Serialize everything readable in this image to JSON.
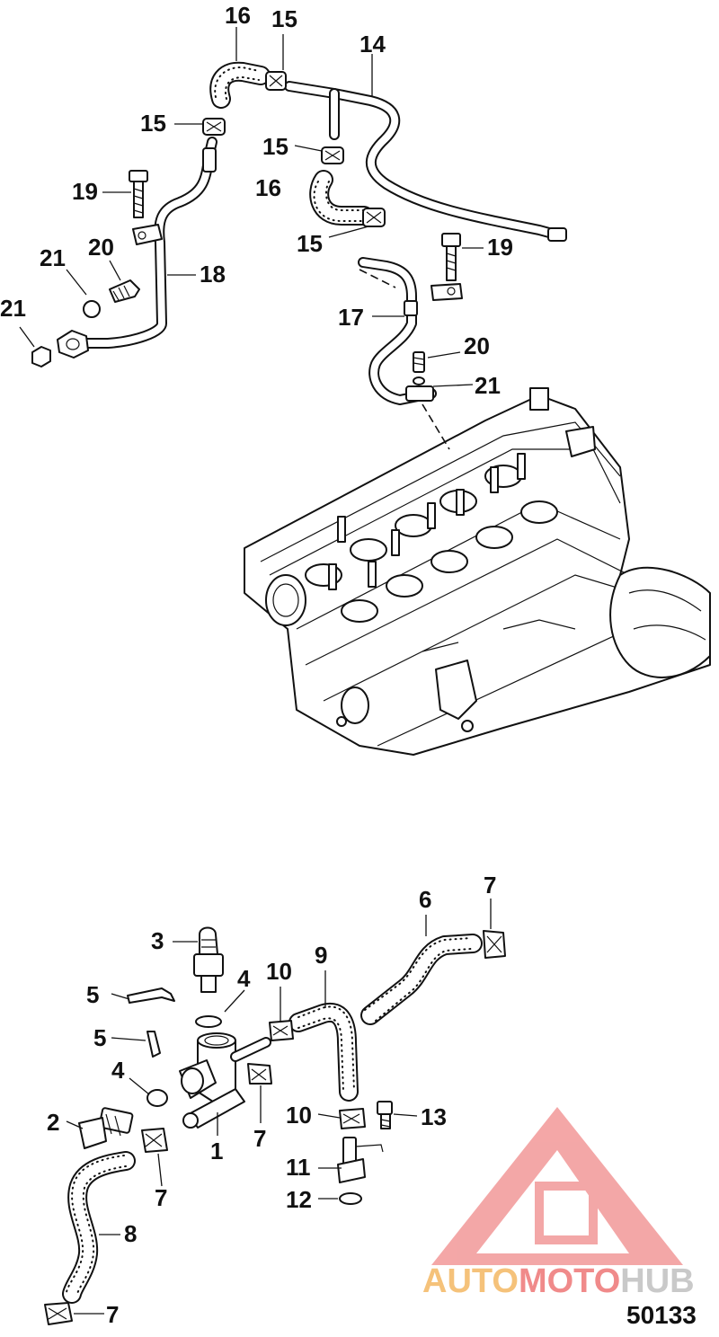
{
  "figure_number": "50133",
  "watermark": {
    "text_part1": "AUTO",
    "text_part2": "MOTO",
    "text_part3": "HUB",
    "color_part1": "#f5c27a",
    "color_part2": "#f08a8a",
    "color_part3": "#c9c9c9",
    "logo_color": "#f08a8a"
  },
  "callouts": {
    "c16a": "16",
    "c15a": "15",
    "c14": "14",
    "c15b": "15",
    "c15c": "15",
    "c16b": "16",
    "c15d": "15",
    "c19a": "19",
    "c19b": "19",
    "c21a": "21",
    "c20a": "20",
    "c18": "18",
    "c21b": "21",
    "c17": "17",
    "c20b": "20",
    "c21c": "21",
    "c7a": "7",
    "c6": "6",
    "c3": "3",
    "c9": "9",
    "c4a": "4",
    "c10a": "10",
    "c5a": "5",
    "c5b": "5",
    "c4b": "4",
    "c2": "2",
    "c10b": "10",
    "c13": "13",
    "c1": "1",
    "c7b": "7",
    "c11": "11",
    "c7c": "7",
    "c12": "12",
    "c8": "8",
    "c7d": "7"
  }
}
